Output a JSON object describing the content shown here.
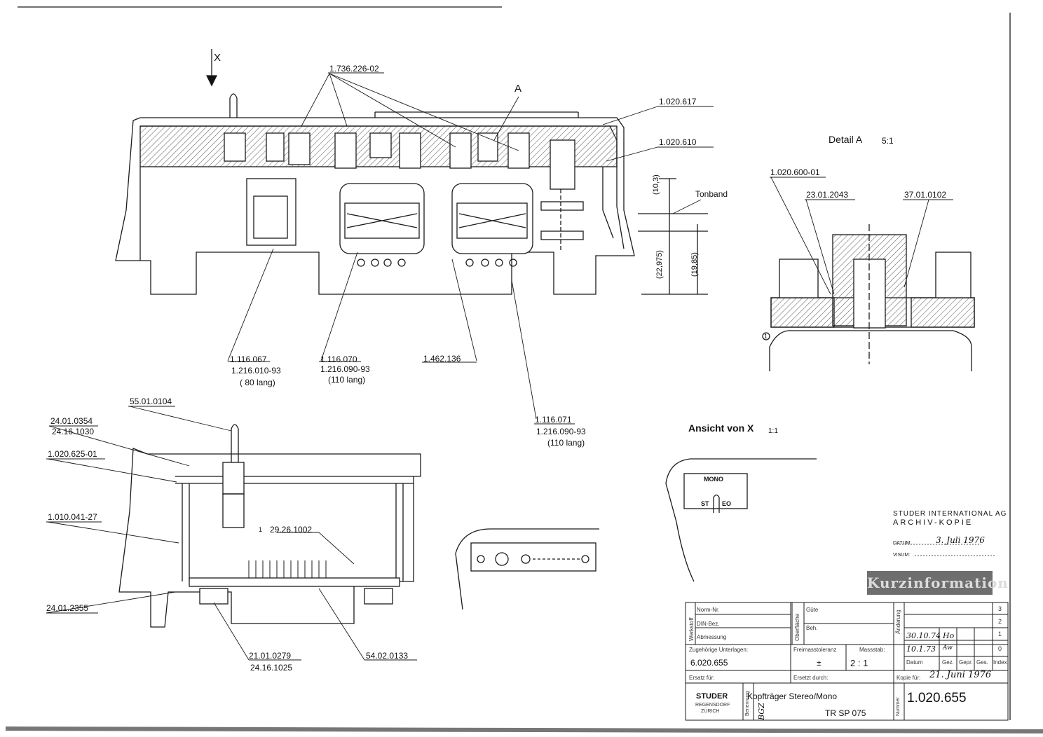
{
  "view_x": {
    "marker": "X"
  },
  "main_view": {
    "callouts": {
      "screw_group": "1.736.226-02",
      "detail_marker": "A",
      "part_1": "1.020.617",
      "part_2": "1.020.610",
      "tape_label": "Tonband",
      "dim_1": "(10,3)",
      "dim_2": "(22,975)",
      "dim_3": "(19,85)",
      "head_left_a": "1.116.067",
      "head_left_b": "1.216.010-93",
      "head_left_c": "( 80 lang)",
      "head_mid_a": "1.116.070",
      "head_mid_b": "1.216.090-93",
      "head_mid_c": "(110 lang)",
      "guide": "1.462.136",
      "head_right_a": "1.116.071",
      "head_right_b": "1.216.090-93",
      "head_right_c": "(110 lang)"
    }
  },
  "detail_a": {
    "title": "Detail A",
    "scale": "5:1",
    "callouts": {
      "part_1": "1.020.600-01",
      "part_2": "23.01.2043",
      "part_3": "37.01.0102",
      "marker": "1"
    }
  },
  "section_view": {
    "callouts": {
      "switch": "55.01.0104",
      "screw_a": "24.01.0354",
      "screw_b": "24.16.1030",
      "plate": "1.020.625-01",
      "body": "1.010.041-27",
      "pcb_marker": "1",
      "pcb": "29.26.1002",
      "screw_c": "24.01.2355",
      "nut_a": "21.01.0279",
      "nut_b": "24.16.1025",
      "connector": "54.02.0133"
    }
  },
  "view_from_x": {
    "title": "Ansicht von X",
    "scale": "1:1",
    "switch_top": "MONO",
    "switch_bottom_a": "ST",
    "switch_bottom_b": "EO"
  },
  "archive": {
    "company": "STUDER INTERNATIONAL AG",
    "label": "ARCHIV-KOPIE",
    "date_label": "DATUM:",
    "date_value": "3. Juli 1976",
    "visum_label": "VISUM:",
    "stamp": "Kurzinformation"
  },
  "title_block": {
    "cells": {
      "normblatt": "Norm-Nr.",
      "din": "DIN-Bez.",
      "abmessung": "Abmessung",
      "werkstoff": "Werkstoff",
      "guete": "Güte",
      "beh": "Beh.",
      "oberflaeche": "Oberfläche",
      "zugehoerige": "Zugehörige Unterlagen:",
      "zug_value": "6.020.655",
      "freimass": "Freimasstoleranz",
      "freimass_value": "±",
      "massstab": "Massstab:",
      "scale": "2 : 1",
      "ersatz_fuer": "Ersatz für:",
      "ersetzt_durch": "Ersetzt durch:",
      "aenderung": "Änderung",
      "rev_3": "3",
      "rev_2": "2",
      "rev_1": "1",
      "rev_0": "0",
      "rev_1_date": "30.10.74",
      "rev_1_by": "Ho",
      "rev_0_date": "10.1.73",
      "rev_0_by": "Aw",
      "col_datum": "Datum",
      "col_sez": "Gez.",
      "col_gepr": "Gepr.",
      "col_ges": "Ges.",
      "col_index": "Index",
      "kopie_fuer": "Kopie für:",
      "kopie_date": "21. Juni 1976",
      "company": "STUDER",
      "city_1": "REGENSDORF",
      "city_2": "ZÜRICH",
      "benennung": "Benennung",
      "initials": "BGZ",
      "title": "Kopfträger Stereo/Mono",
      "subtitle": "TR SP 075",
      "nummer": "Nummer",
      "drawing_no": "1.020.655"
    }
  }
}
